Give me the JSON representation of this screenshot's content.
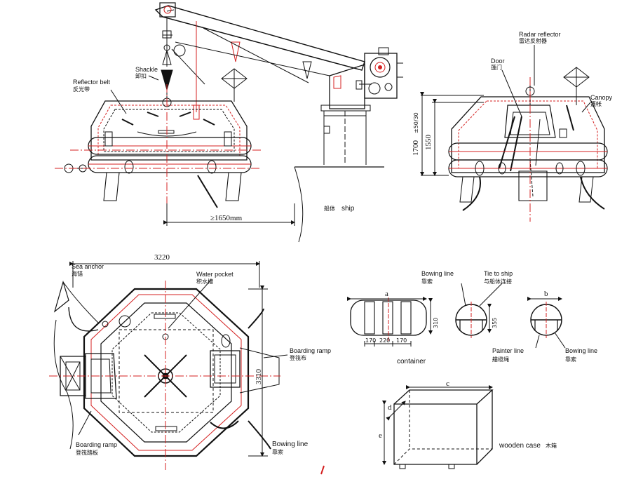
{
  "labels": {
    "reflector_belt_en": "Reflector belt",
    "reflector_belt_cn": "反光带",
    "shackle_en": "Shackle",
    "shackle_cn": "卸扣",
    "ship_cn": "船体",
    "ship_en": "ship",
    "min_distance": "≥1650mm",
    "radar_reflector_en": "Radar reflector",
    "radar_reflector_cn": "雷达反射器",
    "door_en": "Door",
    "door_cn": "篷门",
    "canopy_en": "Canopy",
    "canopy_cn": "篷帐",
    "height_total": "1700",
    "height_inner": "1550",
    "height_tol": "±50/30",
    "width_top": "3220",
    "sea_anchor_en": "Sea anchor",
    "sea_anchor_cn": "海锚",
    "water_pocket_en": "Water pocket",
    "water_pocket_cn": "积水槽",
    "boarding_ramp_en": "Boarding ramp",
    "boarding_ramp_cn_right": "登筏布",
    "boarding_ramp_cn_left": "登筏踏板",
    "depth_plan": "3310",
    "bowing_line_en": "Bowing line",
    "bowing_line_cn": "靠索",
    "container_en": "container",
    "dim_a": "a",
    "dim_b": "b",
    "dim_c": "c",
    "dim_d": "d",
    "dim_e": "e",
    "dim_170a": "170",
    "dim_220": "220",
    "dim_170b": "170",
    "dim_310": "310",
    "dim_355": "355",
    "bowing_line2_en": "Bowing line",
    "bowing_line2_cn": "靠索",
    "tie_to_ship_en": "Tie to ship",
    "tie_to_ship_cn": "与船体连接",
    "painter_line_en": "Painter line",
    "painter_line_cn": "艏缆绳",
    "bowing_line3_en": "Bowing line",
    "bowing_line3_cn": "靠索",
    "wooden_case_en": "wooden case",
    "wooden_case_cn": "木箱"
  },
  "colors": {
    "ink": "#111111",
    "red": "#d42020",
    "paper": "#ffffff"
  }
}
